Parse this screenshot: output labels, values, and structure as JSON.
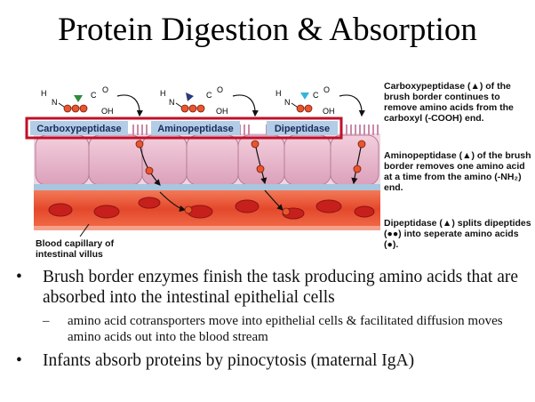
{
  "title": "Protein Digestion & Absorption",
  "enzymes": {
    "carboxy": "Carboxypeptidase",
    "amino": "Aminopeptidase",
    "dipep": "Dipeptidase"
  },
  "molecule": {
    "h": "H",
    "n": "N",
    "c": "C",
    "o": "O",
    "oh": "OH",
    "h2": "H"
  },
  "notes": {
    "carboxy": "Carboxypeptidase (▲) of the brush border continues to remove amino acids from the carboxyl (-COOH) end.",
    "amino": "Aminopeptidase (▲) of the brush border removes one amino acid at a time from the amino (-NH₂) end.",
    "dipep": "Dipeptidase (▲) splits dipeptides (●●) into seperate amino acids (●)."
  },
  "capillary_label": "Blood capillary of intestinal villus",
  "bullets": [
    {
      "marker": "•",
      "text": "Brush border enzymes finish the task producing amino acids that are absorbed into the intestinal epithelial cells"
    },
    {
      "marker": "–",
      "text": "amino acid cotransporters move into epithelial cells & facilitated diffusion moves amino acids out into the blood stream"
    },
    {
      "marker": "•",
      "text": "Infants absorb proteins by pinocytosis (maternal IgA)"
    }
  ],
  "colors": {
    "enzyme_box": "#b3cde6",
    "enzyme_frame": "#c0102a",
    "cell": "#e9b4c8",
    "cell_nucleus": "#c987b0",
    "capillary": "#e85c3c",
    "rbc": "#c7201c",
    "amino_acid": "#e8562e",
    "triangle_green": "#2e8b3a",
    "triangle_navy": "#2a3a7a",
    "triangle_cyan": "#35b4d8"
  }
}
